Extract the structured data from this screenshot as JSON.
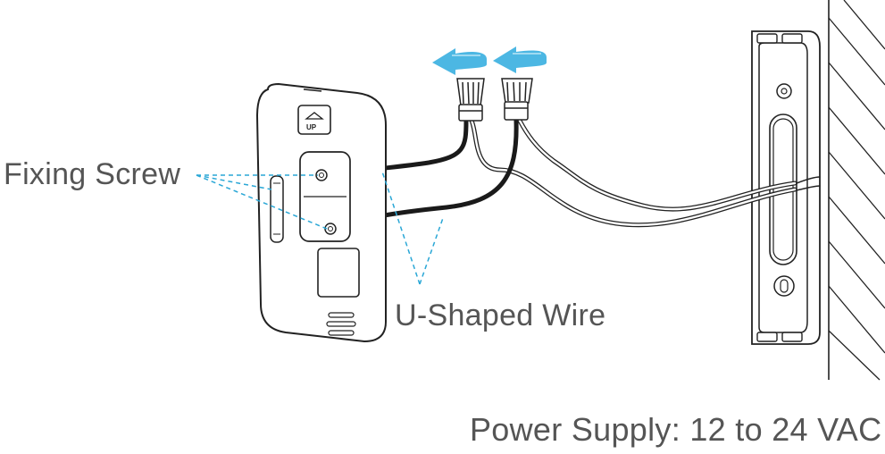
{
  "labels": {
    "fixing_screw": "Fixing Screw",
    "u_shaped_wire": "U-Shaped Wire",
    "power_supply": "Power Supply: 12 to 24 VAC"
  },
  "device": {
    "up_text": "UP"
  },
  "colors": {
    "outline": "#222222",
    "callout": "#2aa7d6",
    "arrow": "#2aa7d6",
    "text": "#555555"
  }
}
